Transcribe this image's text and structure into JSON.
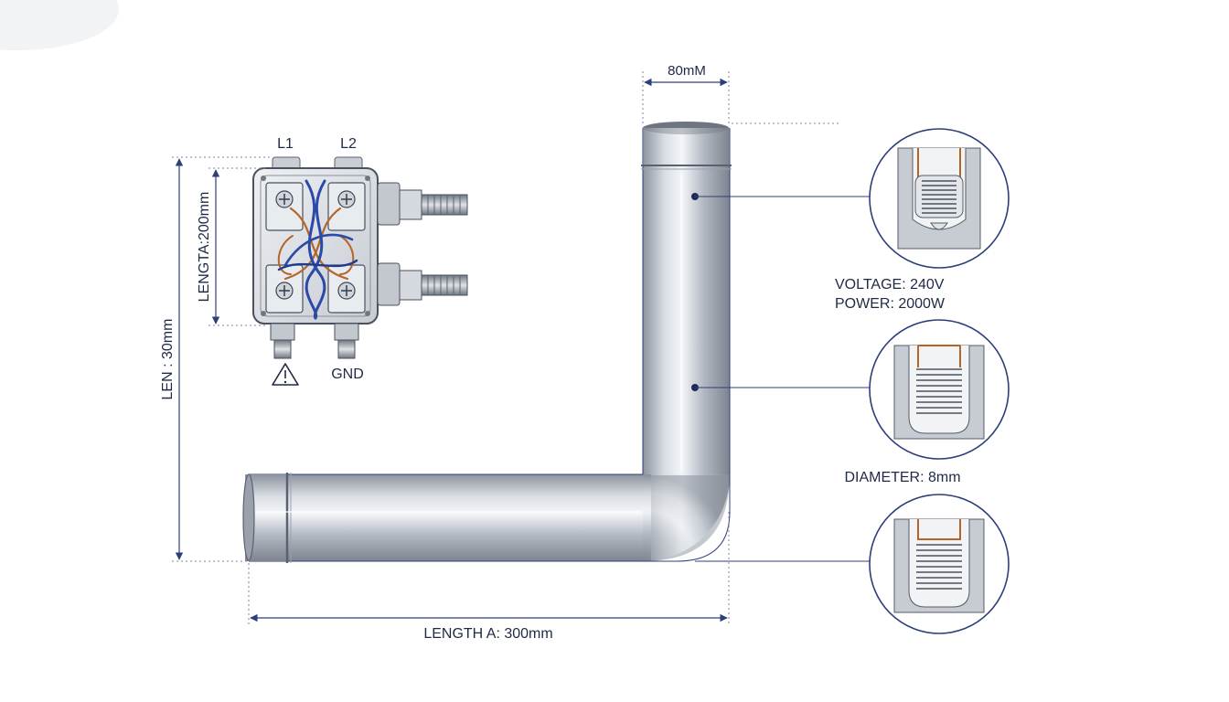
{
  "labels": {
    "top_diameter": "80mM",
    "terminal_l1": "L1",
    "terminal_l2": "L2",
    "box_height": "LENGTA:200mm",
    "overall_height": "LEN : 30mm",
    "ground": "GND",
    "length_a": "LENGTH A: 300mm",
    "voltage": "VOLTAGE: 240V",
    "power": "POWER: 2000W",
    "diameter": "DIAMETER: 8mm"
  },
  "icons": {
    "warning": "warning-triangle-icon"
  },
  "colors": {
    "dimension_line": "#2d3f7a",
    "pipe_metal": "#b8bec8",
    "wire_blue": "#2b4aa8",
    "wire_copper": "#b5652a"
  }
}
